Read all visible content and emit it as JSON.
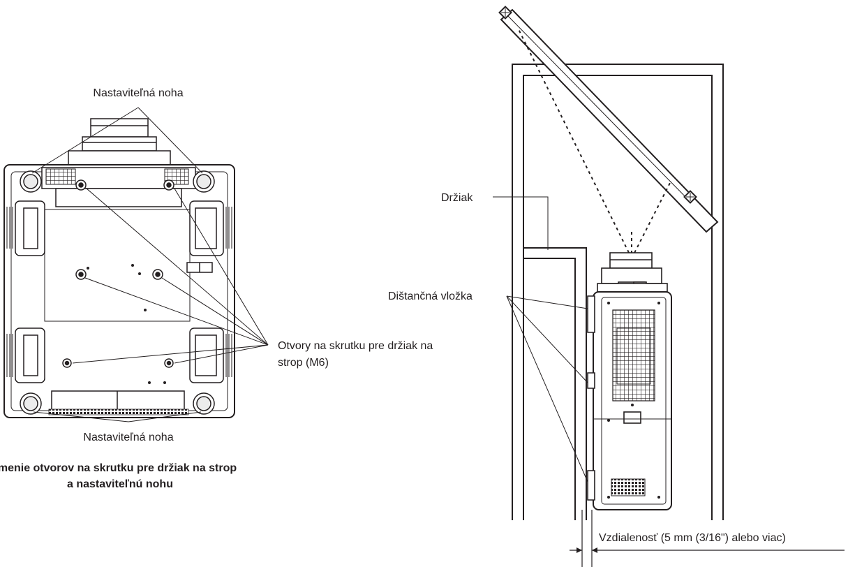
{
  "labels": {
    "feet_top": "Nastaviteľná noha",
    "feet_bottom": "Nastaviteľná noha",
    "holes_line1": "Otvory na skrutku pre držiak na",
    "holes_line2": "strop (M6)",
    "bracket": "Držiak",
    "spacer": "Dištančná vložka",
    "distance": "Vzdialenosť (5 mm (3/16\") alebo viac)"
  },
  "caption": {
    "line1": "menie otvorov na skrutku pre držiak na strop",
    "line2": "a nastaviteľnú nohu"
  },
  "colors": {
    "ink": "#231f20",
    "fill_light": "#ececec",
    "fill_dark": "#555555"
  }
}
